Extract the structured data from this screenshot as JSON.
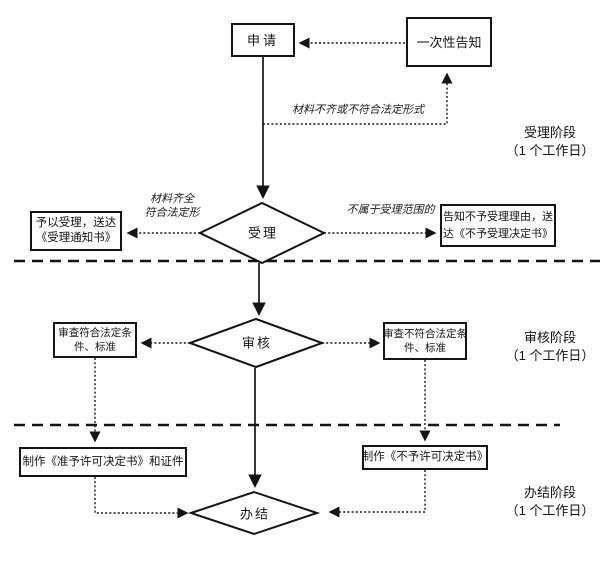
{
  "flowchart": {
    "title_hint": "行政许可办理流程图",
    "colors": {
      "line": "#141414",
      "background": "#ffffff"
    },
    "boxes": {
      "apply": {
        "label": "申请"
      },
      "one_time_notice": {
        "label": "一次性告知"
      },
      "grant_accept": {
        "line1": "予以受理，送达",
        "line2": "《受理通知书》"
      },
      "refuse_accept": {
        "line1": "告知不予受理理由，送",
        "line2": "达《不予受理决定书》"
      },
      "review_pass": {
        "line1": "审查符合法定条",
        "line2": "件、标准"
      },
      "review_fail": {
        "line1": "审查不符合法定条",
        "line2": "件、标准"
      },
      "make_grant_doc": {
        "label": "制作《准予许可决定书》和证件"
      },
      "make_refuse_doc": {
        "label": "制作《不予许可决定书》"
      }
    },
    "diamonds": {
      "accept": {
        "label": "受理"
      },
      "review": {
        "label": "审核"
      },
      "complete": {
        "label": "办结"
      }
    },
    "edge_labels": {
      "materials_incomplete": "材料不齐或不符合法定形式",
      "materials_complete_line1": "材料齐全",
      "materials_complete_line2": "符合法定形",
      "out_of_scope": "不属于受理范围的"
    },
    "stages": [
      {
        "name": "受理阶段",
        "duration": "（1 个工作日）"
      },
      {
        "name": "审核阶段",
        "duration": "（1 个工作日）"
      },
      {
        "name": "办结阶段",
        "duration": "（1 个工作日）"
      }
    ]
  }
}
